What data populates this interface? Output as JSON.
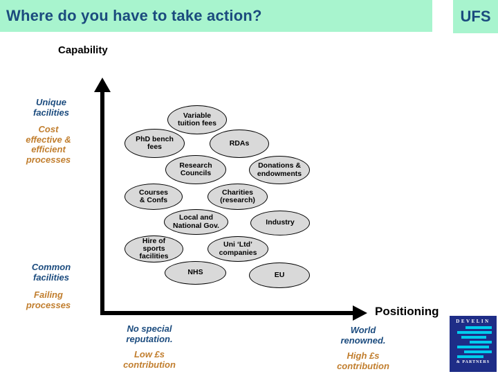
{
  "header": {
    "title": "Where do you have to take action?",
    "badge": "UFS"
  },
  "axes": {
    "y_label": "Capability",
    "x_label": "Positioning"
  },
  "y_axis_labels": [
    {
      "name": "unique-facilities",
      "text": "Unique\nfacilities",
      "color": "#1b4b7e"
    },
    {
      "name": "cost-effective",
      "text": "Cost\neffective &\nefficient\nprocesses",
      "color": "#c17e2e"
    },
    {
      "name": "common-facilities",
      "text": "Common\nfacilities",
      "color": "#1b4b7e"
    },
    {
      "name": "failing-processes",
      "text": "Failing\nprocesses",
      "color": "#c17e2e"
    }
  ],
  "bubbles": [
    {
      "name": "variable-tuition-fees",
      "label": "Variable\ntuition fees"
    },
    {
      "name": "phd-bench-fees",
      "label": "PhD bench\nfees"
    },
    {
      "name": "rdas",
      "label": "RDAs"
    },
    {
      "name": "research-councils",
      "label": "Research\nCouncils"
    },
    {
      "name": "donations-endowments",
      "label": "Donations &\nendowments"
    },
    {
      "name": "courses-confs",
      "label": "Courses\n& Confs"
    },
    {
      "name": "charities-research",
      "label": "Charities\n(research)"
    },
    {
      "name": "local-national-gov",
      "label": "Local and\nNational Gov."
    },
    {
      "name": "industry",
      "label": "Industry"
    },
    {
      "name": "hire-sports-facilities",
      "label": "Hire of\nsports\nfacilities"
    },
    {
      "name": "uni-ltd-companies",
      "label": "Uni ‘Ltd’\ncompanies"
    },
    {
      "name": "nhs",
      "label": "NHS"
    },
    {
      "name": "eu",
      "label": "EU"
    }
  ],
  "x_captions": {
    "left": {
      "line1": "No special\nreputation.",
      "line2": "Low £s\ncontribution"
    },
    "right": {
      "line1": "World\nrenowned.",
      "line2": "High £s\ncontribution"
    }
  },
  "logo": {
    "line1": "DEVELIN",
    "line2": "& PARTNERS"
  },
  "colors": {
    "title_bar_bg": "#a8f4ce",
    "title_text": "#1b4b7e",
    "navy_label": "#1b4b7e",
    "orange_label": "#c17e2e",
    "bubble_fill": "#d9d9d9",
    "bubble_border": "#000000",
    "axis": "#000000",
    "logo_bg": "#1e2d87",
    "logo_stripes": "#00ccee"
  }
}
